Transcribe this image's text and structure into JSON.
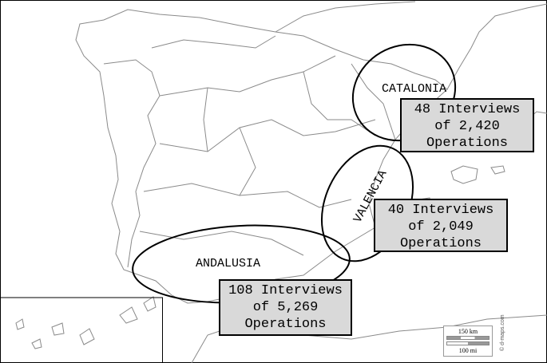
{
  "regions": [
    {
      "name": "CATALONIA",
      "interviews_line": "48 Interviews",
      "operations_line": "of 2,420",
      "operations_label": "Operations"
    },
    {
      "name": "VALENCIA",
      "interviews_line": "40 Interviews",
      "operations_line": "of 2,049",
      "operations_label": "Operations"
    },
    {
      "name": "ANDALUSIA",
      "interviews_line": "108 Interviews",
      "operations_line": "of 5,269",
      "operations_label": "Operations"
    }
  ],
  "scale": {
    "km": "150 km",
    "mi": "100 mi"
  },
  "watermark": "© d-maps.com",
  "colors": {
    "box_fill": "#d9d9d9",
    "outline": "#000000",
    "borders": "#888888"
  }
}
